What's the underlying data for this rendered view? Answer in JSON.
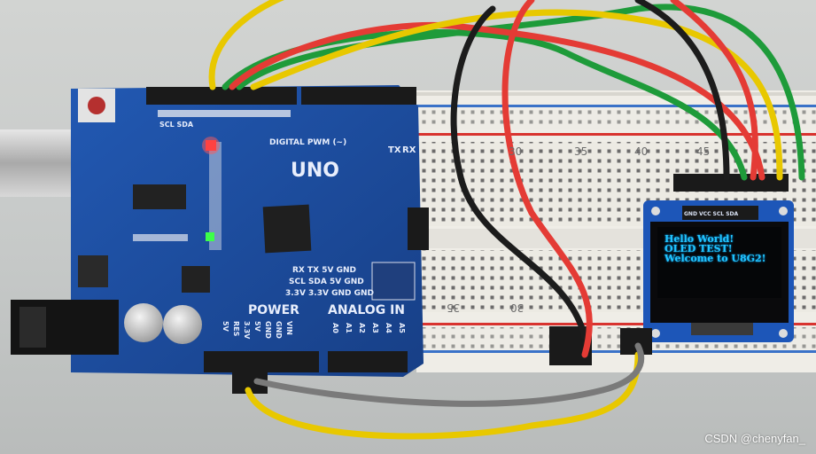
{
  "board": {
    "name": "UNO",
    "power_header": "POWER",
    "analog_header": "ANALOG IN",
    "digital_label": "DIGITAL PWM (~)",
    "comm_labels": [
      "TX",
      "RX"
    ],
    "top_pins": "SCL SDA",
    "power_pins": [
      "5V",
      "RES",
      "3.3V",
      "5V",
      "GND",
      "GND",
      "VIN"
    ],
    "analog_pins": [
      "A0",
      "A1",
      "A2",
      "A3",
      "A4",
      "A5"
    ],
    "side_block": {
      "row1": "RX  TX  5V GND",
      "row2": "SCL SDA 5V GND",
      "row3": "3.3V 3.3V GND GND"
    }
  },
  "breadboard": {
    "top_numbers": [
      "30",
      "35",
      "40",
      "45"
    ],
    "bottom_numbers": [
      "35",
      "30"
    ]
  },
  "oled": {
    "header_pins": "GND VCC SCL SDA",
    "lines": [
      "Hello World!",
      "OLED TEST!",
      "Welcome to U8G2!"
    ]
  },
  "watermark": "CSDN @chenyfan_",
  "colors": {
    "pcb": "#1d4fa3",
    "oled_text": "#21c6ff",
    "wire_red": "#e43b35",
    "wire_yellow": "#e8c800",
    "wire_green": "#1e9b3a",
    "wire_black": "#1c1c1c",
    "wire_gray": "#7a7a7a"
  }
}
